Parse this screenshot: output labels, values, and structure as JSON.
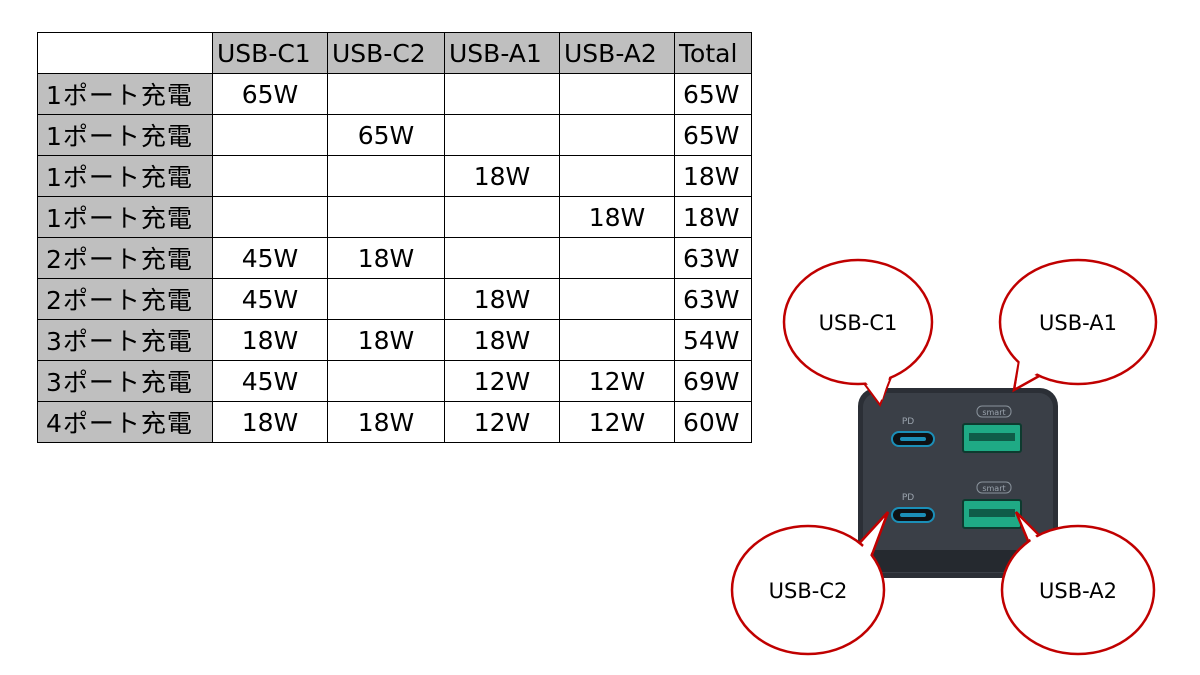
{
  "table": {
    "headers": [
      "",
      "USB-C1",
      "USB-C2",
      "USB-A1",
      "USB-A2",
      "Total"
    ],
    "rows": [
      {
        "label": "1ポート充電",
        "values": [
          "65W",
          "",
          "",
          "",
          "65W"
        ]
      },
      {
        "label": "1ポート充電",
        "values": [
          "",
          "65W",
          "",
          "",
          "65W"
        ]
      },
      {
        "label": "1ポート充電",
        "values": [
          "",
          "",
          "18W",
          "",
          "18W"
        ]
      },
      {
        "label": "1ポート充電",
        "values": [
          "",
          "",
          "",
          "18W",
          "18W"
        ]
      },
      {
        "label": "2ポート充電",
        "values": [
          "45W",
          "18W",
          "",
          "",
          "63W"
        ]
      },
      {
        "label": "2ポート充電",
        "values": [
          "45W",
          "",
          "18W",
          "",
          "63W"
        ]
      },
      {
        "label": "3ポート充電",
        "values": [
          "18W",
          "18W",
          "18W",
          "",
          "54W"
        ]
      },
      {
        "label": "3ポート充電",
        "values": [
          "45W",
          "",
          "12W",
          "12W",
          "69W"
        ]
      },
      {
        "label": "4ポート充電",
        "values": [
          "18W",
          "18W",
          "12W",
          "12W",
          "60W"
        ]
      }
    ]
  },
  "illustration": {
    "callouts": {
      "c1": "USB-C1",
      "a1": "USB-A1",
      "c2": "USB-C2",
      "a2": "USB-A2"
    },
    "port_labels": {
      "pd_top": "PD",
      "pd_bottom": "PD",
      "smart_top": "smart",
      "smart_bottom": "smart"
    }
  },
  "colors": {
    "header_fill": "#bfbfbf",
    "bubble_stroke": "#c00000",
    "charger_body": "#2b2f36",
    "usb_a_port": "#1faa85",
    "usb_c_port": "#1b8fb8"
  }
}
